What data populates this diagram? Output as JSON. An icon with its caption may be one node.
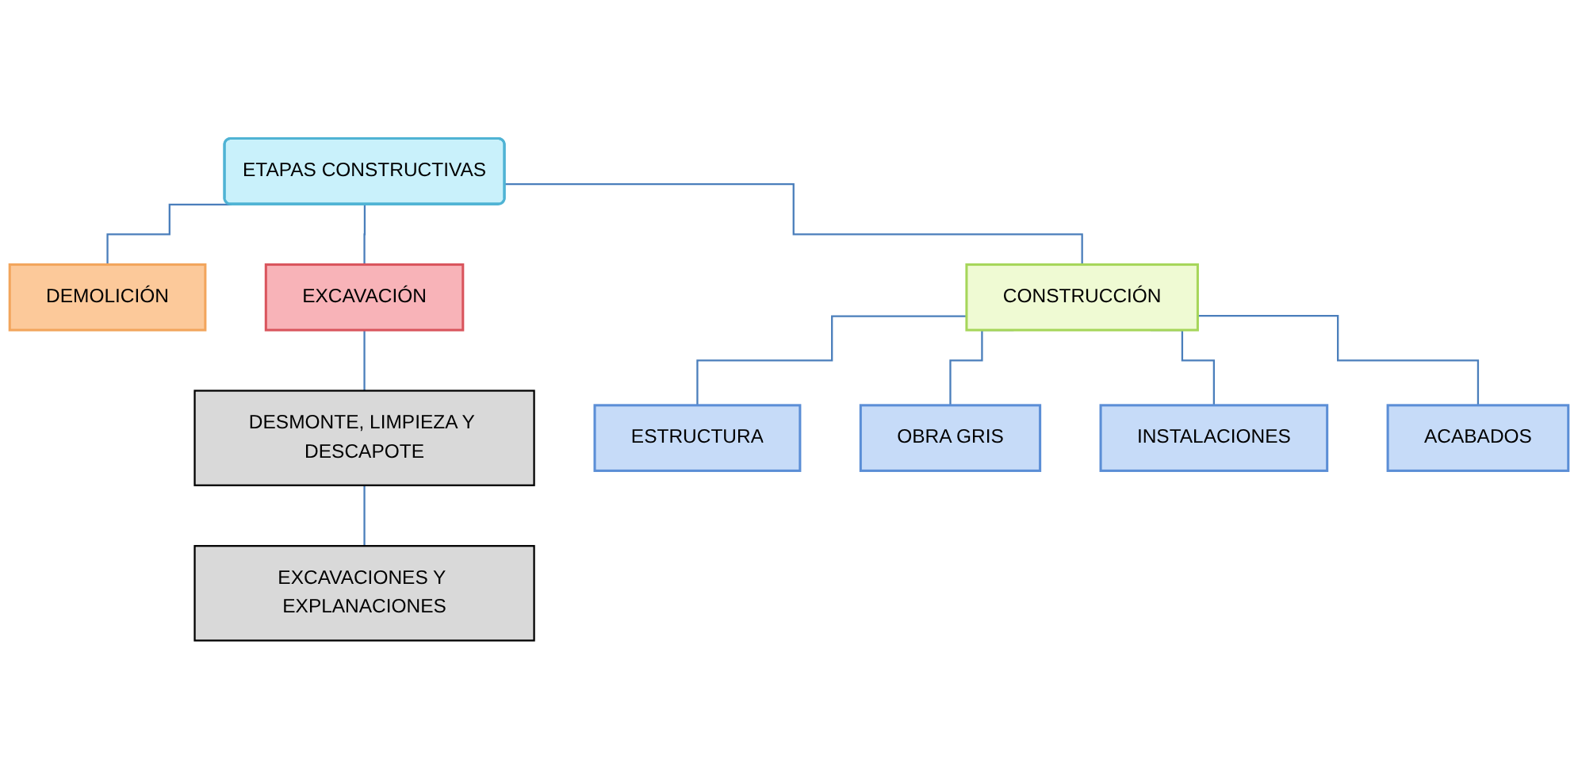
{
  "diagram": {
    "nodes": [
      {
        "text": [
          "ETAPAS CONSTRUCTIVAS"
        ]
      },
      {
        "text": [
          "DEMOLICIÓN"
        ]
      },
      {
        "text": [
          "EXCAVACIÓN"
        ]
      },
      {
        "text": [
          "CONSTRUCCIÓN"
        ]
      },
      {
        "text": [
          "DESMONTE, LIMPIEZA Y DESCAPOTE"
        ]
      },
      {
        "text": [
          "EXCAVACIONES Y EXPLANACIONES"
        ]
      },
      {
        "text": [
          "ESTRUCTURA"
        ]
      },
      {
        "text": [
          "OBRA GRIS"
        ]
      },
      {
        "text": [
          "INSTALACIONES"
        ]
      },
      {
        "text": [
          "ACABADOS"
        ]
      }
    ],
    "edges": [
      {
        "from": 0,
        "to": 1,
        "arrow": "none"
      },
      {
        "from": 0,
        "to": 2,
        "arrow": "none"
      },
      {
        "from": 0,
        "to": 3,
        "arrow": "none"
      },
      {
        "from": 2,
        "to": 4,
        "arrow": "none"
      },
      {
        "from": 4,
        "to": 5,
        "arrow": "none"
      },
      {
        "from": 3,
        "to": 6,
        "arrow": "none"
      },
      {
        "from": 3,
        "to": 7,
        "arrow": "none"
      },
      {
        "from": 3,
        "to": 8,
        "arrow": "none"
      },
      {
        "from": 3,
        "to": 9,
        "arrow": "none"
      }
    ]
  }
}
